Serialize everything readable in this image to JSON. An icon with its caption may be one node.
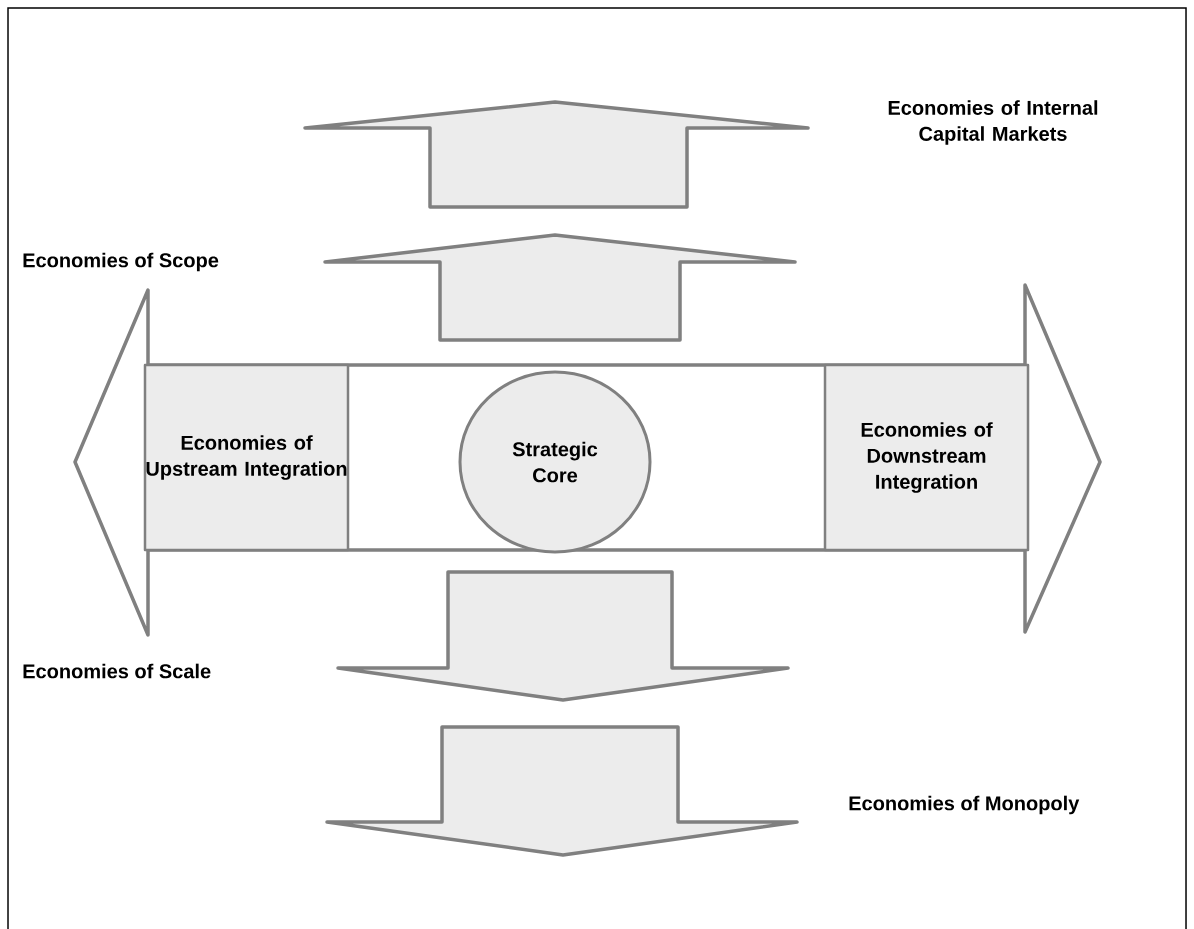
{
  "diagram": {
    "nodes": [
      {
        "text": [],
        "shape": "arrow"
      },
      {
        "text": [
          "Economies of Upstream Integration"
        ],
        "in": 0
      },
      {
        "text": [
          "Strategic Core"
        ],
        "in": 0
      },
      {
        "text": [
          "Economies of Downstream Integration"
        ],
        "in": 0
      },
      {
        "text": [],
        "shape": "arrow"
      },
      {
        "text": [],
        "shape": "arrow"
      },
      {
        "text": [],
        "shape": "arrow"
      },
      {
        "text": [],
        "shape": "arrow"
      }
    ],
    "labels": [
      "Economies of Internal Capital Markets",
      "Economies of Scope",
      "Economies of Scale",
      "Economies of Monopoly"
    ]
  }
}
